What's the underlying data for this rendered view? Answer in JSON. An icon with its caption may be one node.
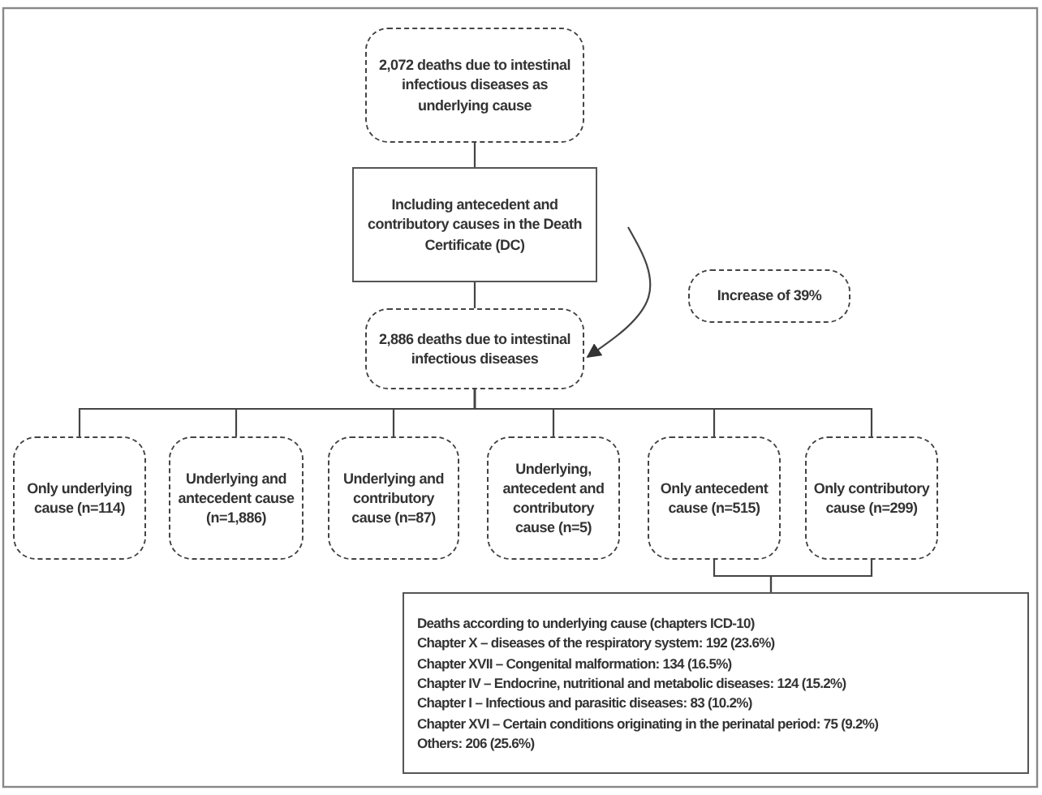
{
  "diagram": {
    "nodes": [
      {
        "text": [
          "2,072 deaths due to intestinal infectious diseases as underlying cause"
        ]
      },
      {
        "text": [
          "Including antecedent and contributory causes in the Death Certificate (DC)"
        ]
      },
      {
        "text": [
          "2,886 deaths due to intestinal infectious diseases"
        ]
      },
      {
        "text": [
          "Increase of 39%"
        ]
      },
      {
        "text": [
          "Only underlying cause (n=114)"
        ]
      },
      {
        "text": [
          "Underlying and antecedent cause (n=1,886)"
        ]
      },
      {
        "text": [
          "Underlying and contributory cause (n=87)"
        ]
      },
      {
        "text": [
          "Underlying, antecedent and contributory cause (n=5)"
        ]
      },
      {
        "text": [
          "Only antecedent cause (n=515)"
        ]
      },
      {
        "text": [
          "Only contributory cause (n=299)"
        ]
      },
      {
        "text": [
          "Deaths according to underlying cause (chapters ICD-10)",
          "Chapter X –  diseases of the respiratory system: 192 (23.6%)",
          "Chapter XVII – Congenital malformation: 134 (16.5%)",
          "Chapter IV – Endocrine, nutritional and metabolic diseases: 124 (15.2%)",
          "Chapter I – Infectious and parasitic diseases: 83 (10.2%)",
          "Chapter XVI – Certain conditions originating in the perinatal period: 75 (9.2%)",
          "Others: 206 (25.6%)"
        ]
      }
    ],
    "edges": [
      {
        "from": 0,
        "to": 1,
        "arrow": "none"
      },
      {
        "from": 1,
        "to": 2,
        "arrow": "none"
      },
      {
        "from": null,
        "to": 2,
        "arrow": "to"
      },
      {
        "from": 2,
        "to": 4,
        "arrow": "none"
      },
      {
        "from": 2,
        "to": 5,
        "arrow": "none"
      },
      {
        "from": 2,
        "to": 6,
        "arrow": "none"
      },
      {
        "from": 2,
        "to": 7,
        "arrow": "none"
      },
      {
        "from": 2,
        "to": 8,
        "arrow": "none"
      },
      {
        "from": 2,
        "to": 9,
        "arrow": "none"
      },
      {
        "from": 8,
        "to": 10,
        "arrow": "none"
      },
      {
        "from": 9,
        "to": 10,
        "arrow": "none"
      }
    ]
  }
}
